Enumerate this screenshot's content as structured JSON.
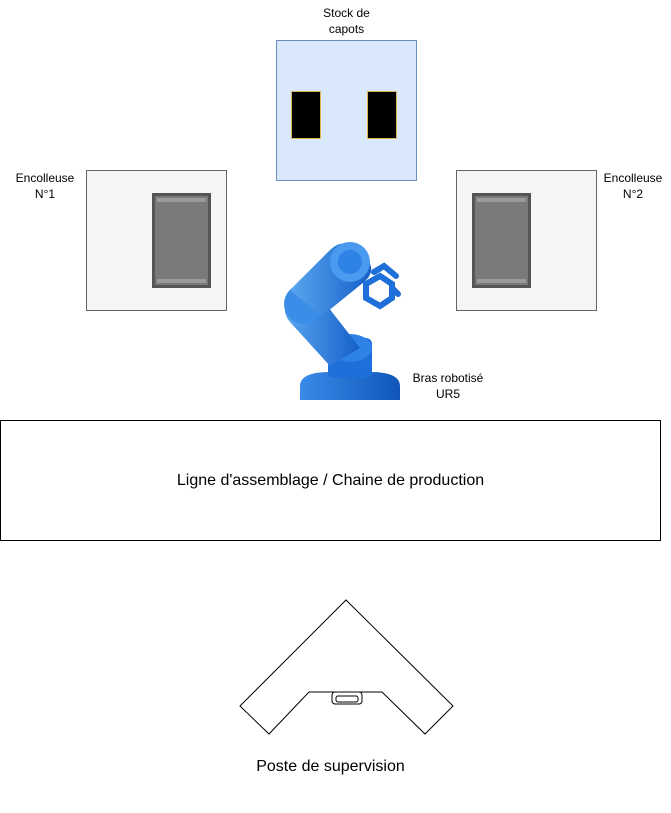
{
  "stock": {
    "label_line1": "Stock de",
    "label_line2": "capots"
  },
  "encolleuse_1": {
    "label_line1": "Encolleuse",
    "label_line2": "N°1"
  },
  "encolleuse_2": {
    "label_line1": "Encolleuse",
    "label_line2": "N°2"
  },
  "robot": {
    "label_line1": "Bras robotisé",
    "label_line2": "UR5",
    "icon": "robot-arm-icon"
  },
  "assembly_line": {
    "label": "Ligne d'assemblage / Chaine de production"
  },
  "supervision": {
    "label": "Poste de supervision",
    "icon": "corner-desk-icon"
  },
  "colors": {
    "stock_fill": "#dae8fc",
    "stock_stroke": "#6c8ebf",
    "capot_fill": "#000000",
    "capot_stroke": "#d6b656",
    "machine_box_fill": "#f5f5f5",
    "machine_fill": "#7a7a7a",
    "robot_blue": "#1e6fd9"
  }
}
